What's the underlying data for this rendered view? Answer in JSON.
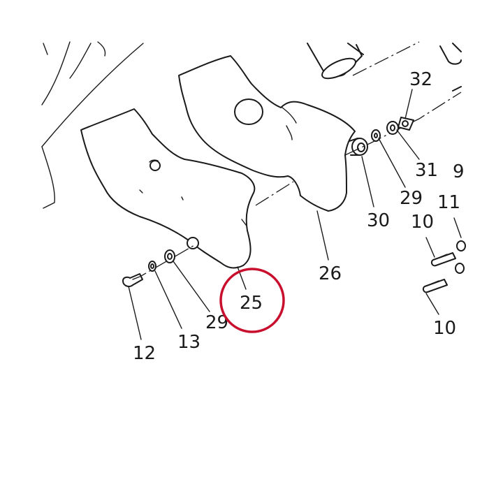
{
  "diagram": {
    "callouts": {
      "c32": "32",
      "c31": "31",
      "c29_right": "29",
      "c30": "30",
      "c26": "26",
      "c25": "25",
      "c29_left": "29",
      "c13": "13",
      "c12": "12",
      "c11": "11",
      "c10_top": "10",
      "c10_bottom": "10",
      "c9": "9"
    },
    "highlight_color": "#c8102e",
    "line_color": "#1a1a1a"
  }
}
